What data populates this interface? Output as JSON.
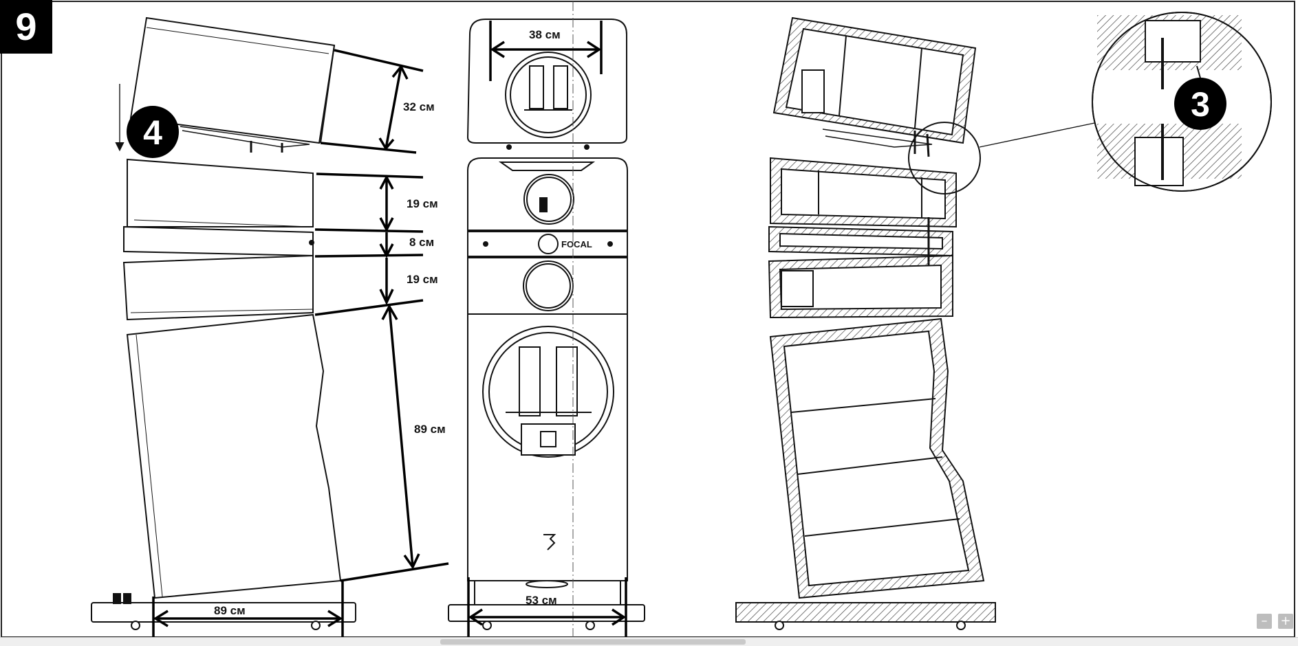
{
  "step_number": "9",
  "callouts": {
    "left": "4",
    "detail": "3"
  },
  "dimensions": {
    "top_module_depth": "32 см",
    "upper_module_height": "19 см",
    "middle_module_height": "8 см",
    "lower_module_height": "19 см",
    "base_cabinet_height": "89 см",
    "base_depth": "89 см",
    "top_width": "38 см",
    "base_width": "53 см"
  },
  "brand_plate": "FOCAL",
  "zoom": {
    "out_symbol": "–",
    "in_symbol": "+"
  }
}
